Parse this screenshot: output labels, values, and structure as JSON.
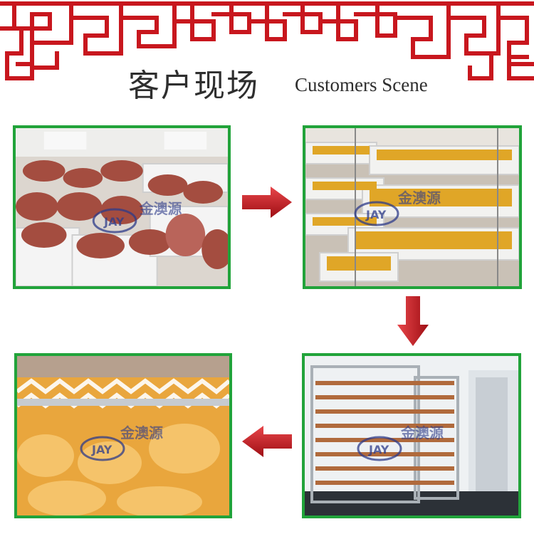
{
  "header": {
    "title_zh": "客户现场",
    "title_en": "Customers Scene"
  },
  "colors": {
    "fretwork_red": "#c8171e",
    "frame_green": "#21a33a",
    "arrow_red": "#c0141b"
  },
  "watermark": {
    "logo": "JAY",
    "text": "金澳源"
  },
  "flow": {
    "arrows": [
      "arrow-right",
      "arrow-down",
      "arrow-left"
    ]
  }
}
